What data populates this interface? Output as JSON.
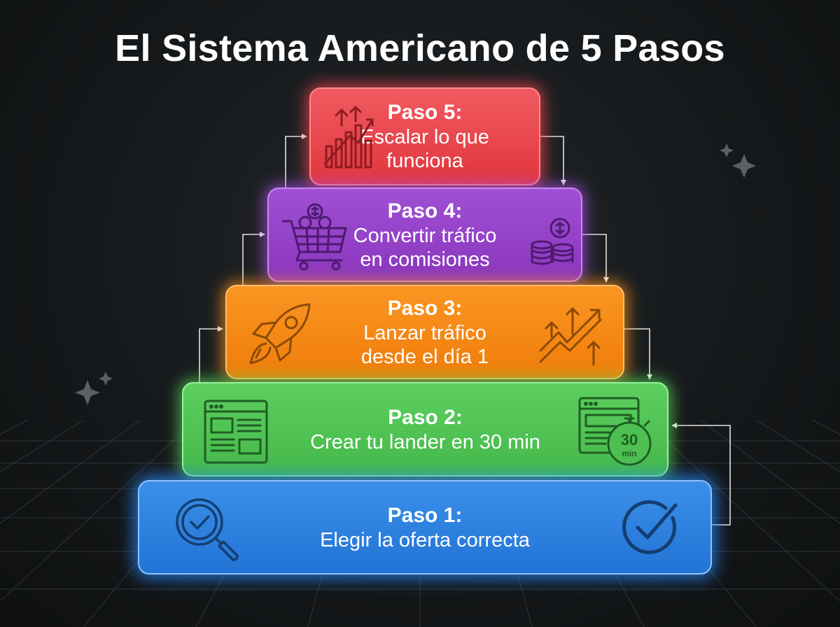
{
  "title": "El Sistema Americano de 5 Pasos",
  "steps": {
    "s5": {
      "head": "Paso 5:",
      "line1": "Escalar lo que",
      "line2": "funciona"
    },
    "s4": {
      "head": "Paso 4:",
      "line1": "Convertir tráfico",
      "line2": "en comisiones"
    },
    "s3": {
      "head": "Paso 3:",
      "line1": "Lanzar tráfico",
      "line2": "desde el día 1"
    },
    "s2": {
      "head": "Paso 2:",
      "line1": "Crear tu lander en 30 min"
    },
    "s1": {
      "head": "Paso 1:",
      "line1": "Elegir la oferta correcta"
    }
  },
  "stopwatch": {
    "number": "30",
    "unit": "min"
  },
  "icons": {
    "s5": [
      "growth-chart-icon"
    ],
    "s4": [
      "shopping-cart-icon",
      "coin-stack-icon"
    ],
    "s3": [
      "rocket-icon",
      "trend-arrows-icon"
    ],
    "s2": [
      "webpage-layout-icon",
      "webpage-timer-icon"
    ],
    "s1": [
      "magnifier-check-icon",
      "check-circle-icon"
    ]
  },
  "colors": {
    "s5": "#e2363e",
    "s4": "#8a36be",
    "s3": "#f07d0a",
    "s2": "#45b84a",
    "s1": "#2274d6",
    "icon_s5": "#8e1c20",
    "icon_s4": "#4e1a70",
    "icon_s3": "#8a4a06",
    "icon_s2": "#1f5e22",
    "icon_s1": "#143e70"
  }
}
